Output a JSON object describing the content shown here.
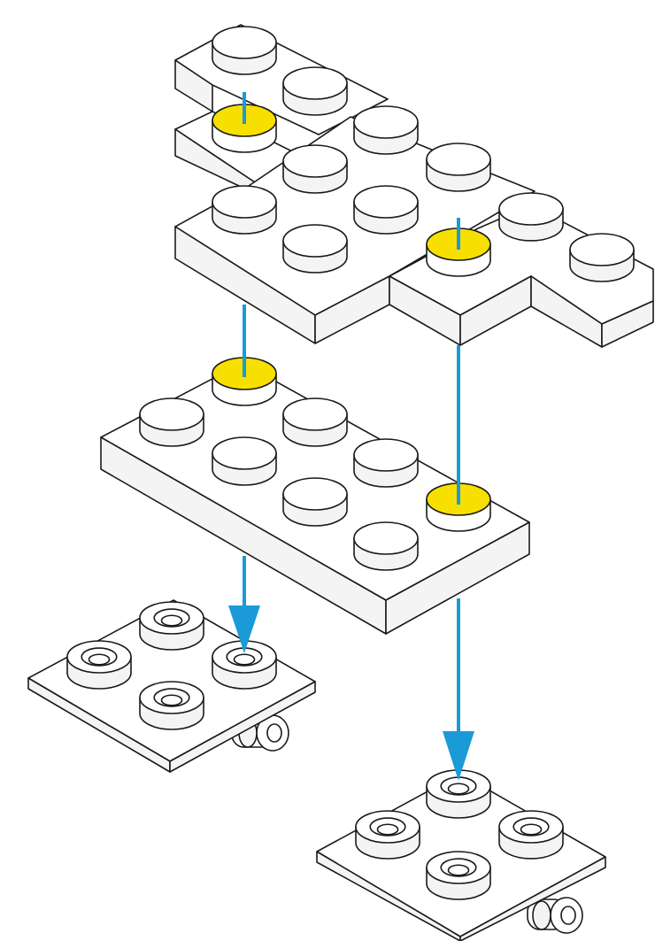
{
  "colors": {
    "background": "#ffffff",
    "plate_face": "#ffffff",
    "plate_side": "#f4f4f4",
    "outline": "#1a1a1a",
    "highlight_stud": "#f7e000",
    "guide_line": "#1a9ad6"
  },
  "icons": {
    "arrow": "arrow-down-icon",
    "connection_marker": "yellow-stud-marker",
    "wheel": "wheel-icon"
  },
  "assembly": {
    "top_parts": [
      "plate-2x2-corner-left",
      "plate-2x3",
      "plate-2x2-corner-right"
    ],
    "middle_part": "plate-2x4",
    "bottom_parts": [
      "plate-2x2-wheel-holder-left",
      "plate-2x2-wheel-holder-right"
    ],
    "highlighted_studs": 4,
    "down_arrows": 2
  }
}
